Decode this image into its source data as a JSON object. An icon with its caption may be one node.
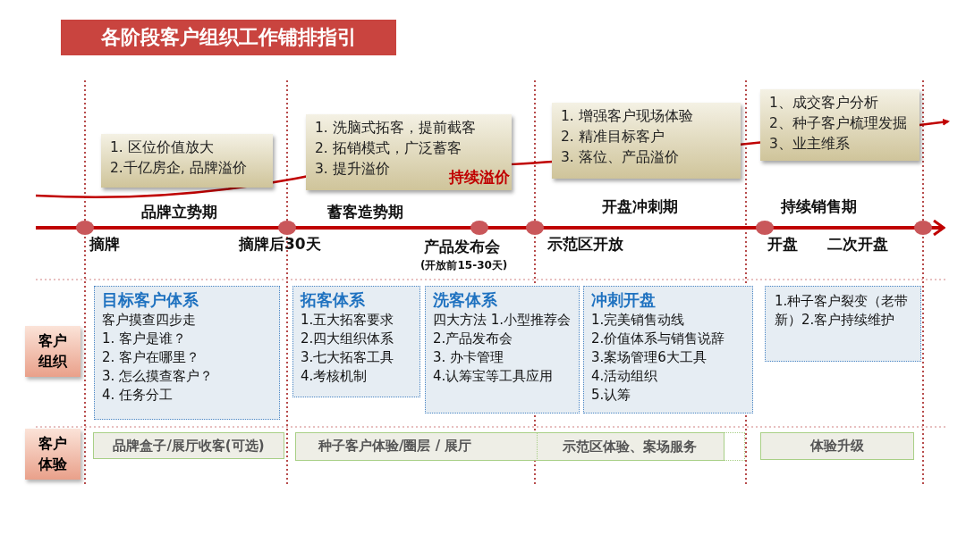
{
  "diagram": {
    "title": "各阶段客户组织工作铺排指引",
    "nodes": [
      {
        "text": [
          "1. 区位价值放大",
          "2.千亿房企, 品牌溢价"
        ]
      },
      {
        "text": [
          "1. 洗脑式拓客，提前截客",
          "2. 拓销模式，广泛蓄客",
          "3. 提升溢价"
        ]
      },
      {
        "text": [
          "1. 增强客户现场体验",
          "2. 精准目标客户",
          "3. 落位、产品溢价"
        ]
      },
      {
        "text": [
          "1、成交客户分析",
          "2、种子客户梳理发掘",
          "3、业主维系"
        ]
      },
      {
        "text": [
          "客户组织"
        ]
      },
      {
        "text": [
          "目标客户体系",
          "客户摸查四步走",
          "1. 客户是谁？",
          "2. 客户在哪里？",
          "3. 怎么摸查客户？",
          "4. 任务分工"
        ]
      },
      {
        "text": [
          "拓客体系",
          "1.五大拓客要求",
          "2.四大组织体系",
          "3.七大拓客工具",
          "4.考核机制"
        ]
      },
      {
        "text": [
          "洗客体系",
          "四大方法 1.小型推荐会",
          "2.产品发布会",
          "3. 办卡管理",
          "4.认筹宝等工具应用"
        ]
      },
      {
        "text": [
          "冲刺开盘",
          "1.完美销售动线",
          "2.价值体系与销售说辞",
          "3.案场管理6大工具",
          "4.活动组织",
          "5.认筹"
        ]
      },
      {
        "text": [
          "1.种子客户裂变（老带新）2.客户持续维护"
        ]
      },
      {
        "text": [
          "客户体验"
        ]
      },
      {
        "text": [
          "品牌盒子/展厅收客(可选)"
        ]
      },
      {
        "text": [
          "种子客户体验/圈层 / 展厅"
        ]
      },
      {
        "text": [
          "示范区体验、案场服务"
        ]
      },
      {
        "text": [
          "体验升级"
        ]
      }
    ],
    "edges": [],
    "labels": [
      "持续溢价",
      "品牌立势期",
      "蓄客造势期",
      "开盘冲刺期",
      "持续销售期",
      "摘牌",
      "摘牌后30天",
      "产品发布会",
      "(开放前15-30天)",
      "示范区开放",
      "开盘",
      "二次开盘"
    ]
  }
}
